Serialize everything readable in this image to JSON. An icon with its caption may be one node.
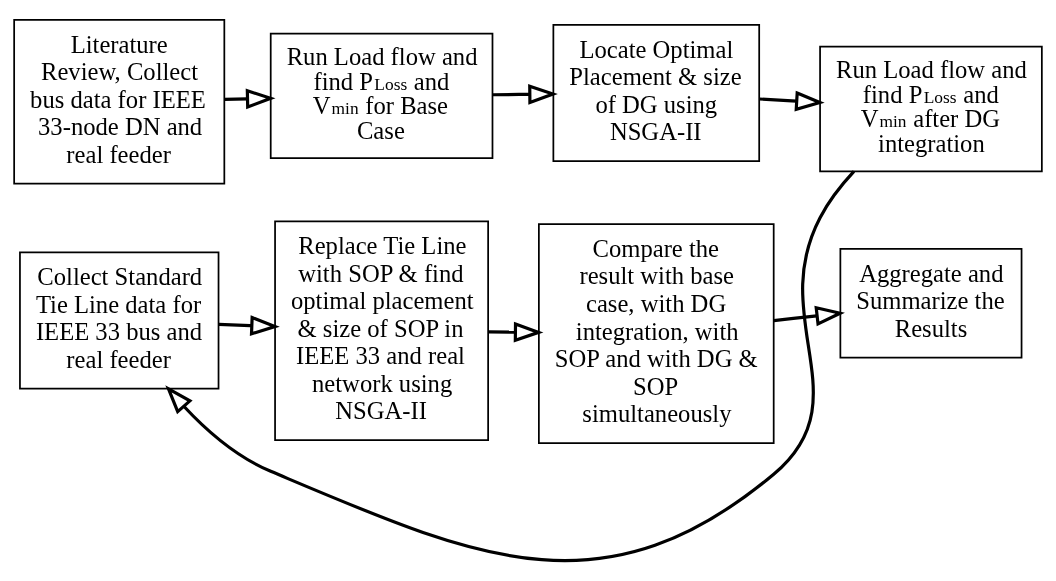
{
  "diagram": {
    "nodes": [
      {
        "text": [
          "Literature Review, Collect bus data for IEEE 33-node DN and real feeder"
        ]
      },
      {
        "text": [
          "Run Load flow and find P$_{Loss}$ and V$_{min}$ for Base Case"
        ]
      },
      {
        "text": [
          "Locate Optimal Placement & size of DG using NSGA-II"
        ]
      },
      {
        "text": [
          "Run Load flow and find P$_{Loss}$ and V$_{min}$ after DG integration"
        ]
      },
      {
        "text": [
          "Collect Standard Tie Line data for IEEE 33 bus and real feeder"
        ]
      },
      {
        "text": [
          "Replace Tie Line with SOP & find optimal placement & size of SOP in IEEE 33 and real network using NSGA-II"
        ]
      },
      {
        "text": [
          "Compare the result with base case, with DG integration, with SOP and with DG & SOP simultaneously"
        ]
      },
      {
        "text": [
          "Aggregate and Summarize the Results"
        ]
      }
    ],
    "edges": [
      {
        "from": 0,
        "to": 1,
        "arrow": "to"
      },
      {
        "from": 1,
        "to": 2,
        "arrow": "to"
      },
      {
        "from": 2,
        "to": 3,
        "arrow": "to"
      },
      {
        "from": 3,
        "to": 4,
        "arrow": "to"
      },
      {
        "from": 4,
        "to": 5,
        "arrow": "to"
      },
      {
        "from": 5,
        "to": 6,
        "arrow": "to"
      },
      {
        "from": 6,
        "to": 7,
        "arrow": "to"
      }
    ]
  }
}
